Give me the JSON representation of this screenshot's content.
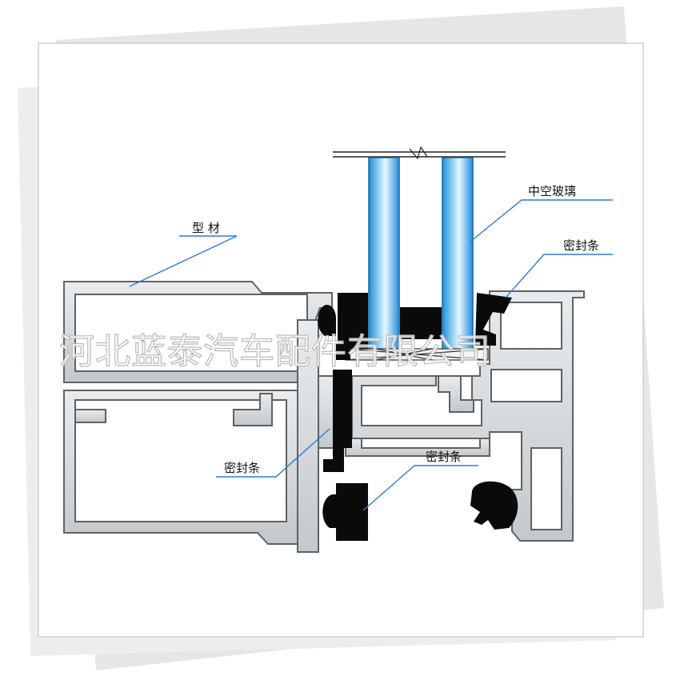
{
  "diagram": {
    "labels": {
      "profile": "型 材",
      "insulated_glass": "中空玻璃",
      "seal_top_right": "密封条",
      "seal_middle": "密封条",
      "seal_bottom": "密封条"
    },
    "watermark": "河北蓝泰汽车配件有限公司"
  },
  "colors": {
    "profile_fill": "#cfd3d6",
    "profile_stroke": "#5e6265",
    "glass_blue": "#2fa3e6",
    "seal_black": "#0a0a0a",
    "leader_blue": "#2c7bd6"
  }
}
